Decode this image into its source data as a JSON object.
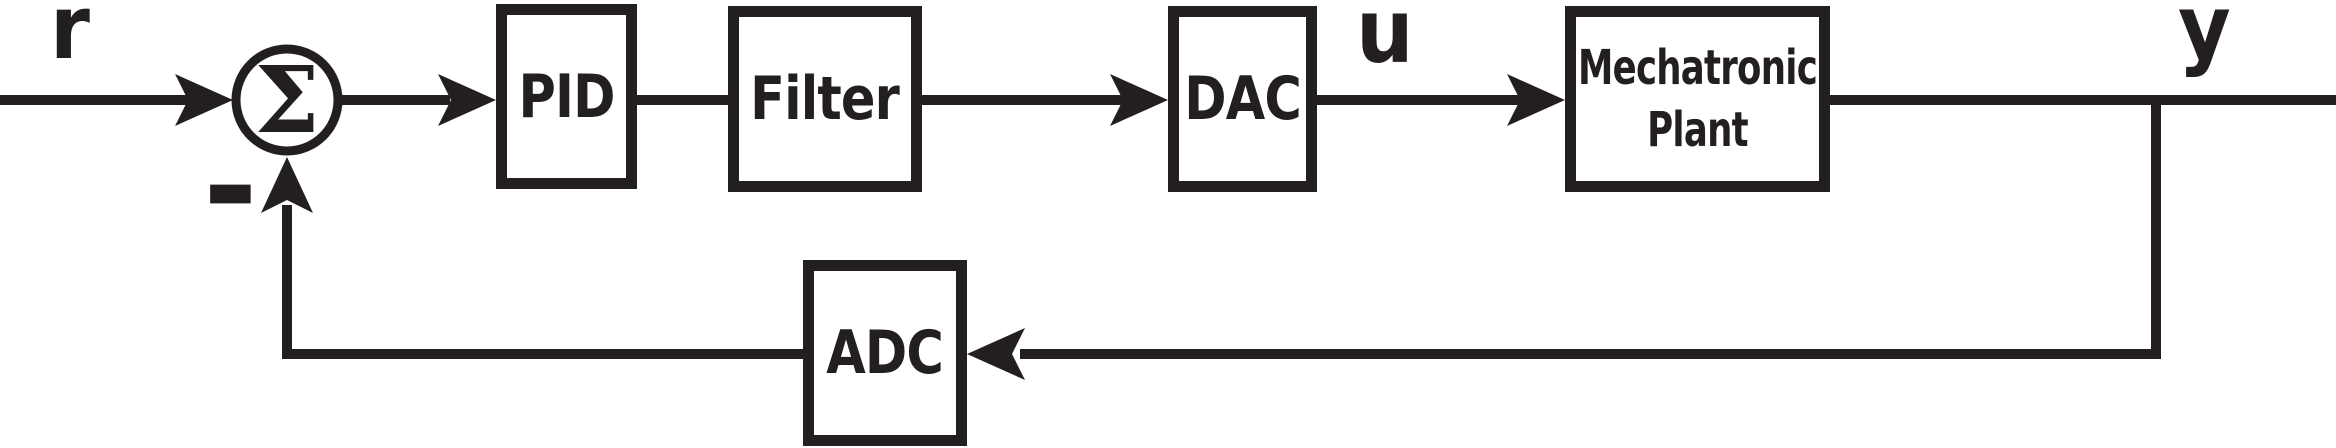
{
  "diagram": {
    "kind": "feedback-control-block-diagram",
    "blocks": {
      "pid": "PID",
      "filter": "Filter",
      "dac": "DAC",
      "plant": "Mechatronic Plant",
      "adc": "ADC"
    },
    "junction": {
      "symbol": "Σ",
      "feedback_sign": "-"
    },
    "signals": {
      "reference": "r",
      "control": "u",
      "output": "y"
    },
    "connections": [
      {
        "from": "r",
        "to": "summing-junction",
        "arrow": true
      },
      {
        "from": "summing-junction",
        "to": "PID",
        "arrow": true
      },
      {
        "from": "PID",
        "to": "Filter",
        "arrow": false
      },
      {
        "from": "Filter",
        "to": "DAC",
        "arrow": true
      },
      {
        "from": "DAC",
        "to": "Mechatronic Plant",
        "arrow": true,
        "label": "u"
      },
      {
        "from": "Mechatronic Plant",
        "to": "output y",
        "arrow": false
      },
      {
        "from": "output y",
        "to": "ADC",
        "arrow": true
      },
      {
        "from": "ADC",
        "to": "summing-junction",
        "arrow": true,
        "sign": "-"
      }
    ],
    "colors": {
      "ink": "#231f20",
      "background": "#ffffff"
    }
  }
}
